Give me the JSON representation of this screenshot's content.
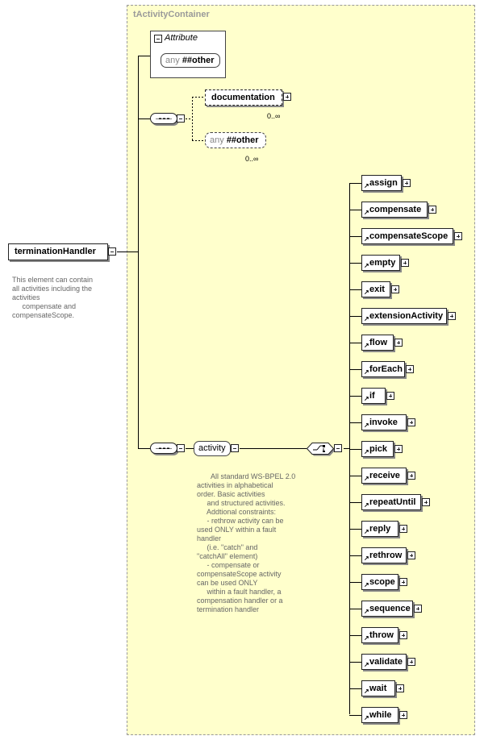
{
  "container": {
    "title": "tActivityContainer"
  },
  "root": {
    "label": "terminationHandler",
    "annotation": "This element can contain\nall activities including the\nactivities\n     compensate and\ncompensateScope."
  },
  "attributes": {
    "title": "Attribute",
    "any_prefix": "any",
    "any_label": "##other"
  },
  "sequence1": {
    "documentation": {
      "label": "documentation",
      "cardinality": "0..∞"
    },
    "any": {
      "prefix": "any",
      "label": "##other",
      "cardinality": "0..∞"
    }
  },
  "activity": {
    "label": "activity",
    "annotation": "       All standard WS-BPEL 2.0\nactivities in alphabetical\norder. Basic activities\n     and structured activities.\n     Addtional constraints:\n     - rethrow activity can be\nused ONLY within a fault\nhandler\n     (i.e. \"catch\" and\n\"catchAll\" element)\n     - compensate or\ncompensateScope activity\ncan be used ONLY\n     within a fault handler, a\ncompensation handler or a\ntermination handler"
  },
  "choice_items": [
    "assign",
    "compensate",
    "compensateScope",
    "empty",
    "exit",
    "extensionActivity",
    "flow",
    "forEach",
    "if",
    "invoke",
    "pick",
    "receive",
    "repeatUntil",
    "reply",
    "rethrow",
    "scope",
    "sequence",
    "throw",
    "validate",
    "wait",
    "while"
  ]
}
